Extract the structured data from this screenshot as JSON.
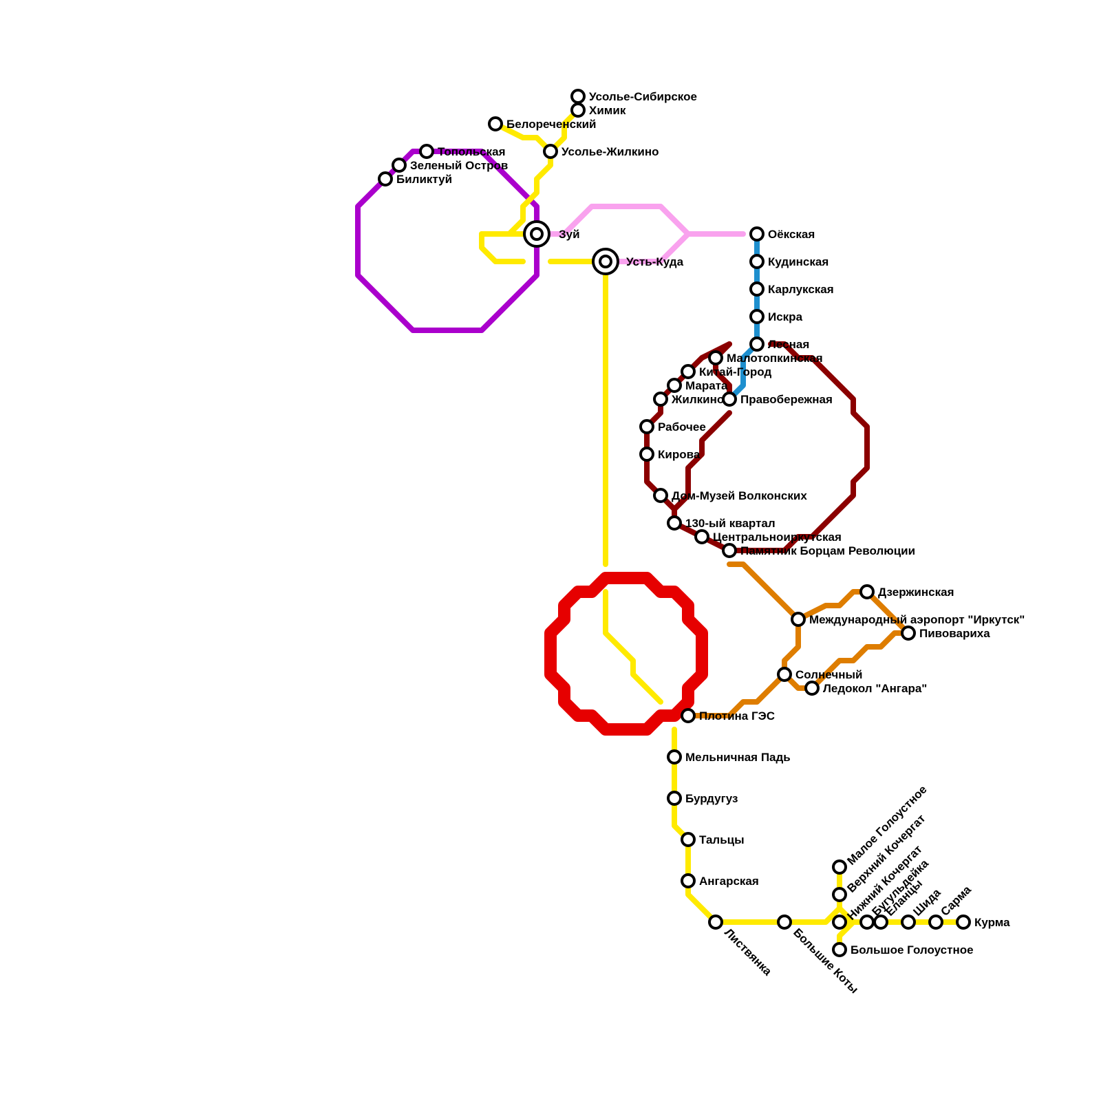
{
  "colors": {
    "purple": "#aa00cc",
    "yellow": "#ffea00",
    "pink": "#f9a2ee",
    "blue": "#1e8fce",
    "maroon": "#8b0000",
    "orange": "#de7d00",
    "red": "#e60000",
    "station_outline": "#000000",
    "background": "#ffffff"
  },
  "stations": {
    "usolye_sibirskoe": "Усолье-Сибирское",
    "khimik": "Химик",
    "belorechensky": "Белореченский",
    "usolye_zhilkino": "Усолье-Жилкино",
    "topolskaya": "Топольская",
    "zeleny_ostrov": "Зеленый Остров",
    "biliktuy": "Биликтуй",
    "zuy": "Зуй",
    "ust_kuda": "Усть-Куда",
    "oyokskaya": "Оёкская",
    "kudinskaya": "Кудинская",
    "karlukskaya": "Карлукская",
    "iskra": "Искра",
    "lesnaya": "Лесная",
    "malotopkinskaya": "Малотопкинская",
    "kitay_gorod": "Китай-Город",
    "marata": "Марата",
    "zhilkino": "Жилкино",
    "pravoberezhnaya": "Правобережная",
    "rabochee": "Рабочее",
    "kirova": "Кирова",
    "dom_muzey": "Дом-Музей Волконских",
    "kvartal_130": "130-ый квартал",
    "centralnoirkutskaya": "Центральноиркутская",
    "pamyatnik": "Памятник Борцам Революции",
    "dzerzhinskaya": "Дзержинская",
    "airport": "Международный аэропорт \"Иркутск\"",
    "pivovarikha": "Пивовариха",
    "solnechny": "Солнечный",
    "ledokol": "Ледокол \"Ангара\"",
    "plotina_ges": "Плотина ГЭС",
    "melnichnaya_pad": "Мельничная Падь",
    "burdugus": "Бурдугуз",
    "taltsy": "Тальцы",
    "angarskaya": "Ангарская",
    "listvyanka": "Листвянка",
    "bolshie_koty": "Большие Коты",
    "maloe_goloustnoe": "Малое Голоустное",
    "verkhny_kochergat": "Верхний Кочергат",
    "nizhny_kochergat": "Нижний Кочергат",
    "bugulydeyka": "Бугульдейка",
    "elantsy": "Еланцы",
    "shida": "Шида",
    "sarma": "Сарма",
    "kurma": "Курма",
    "bolshoe_goloustnoe": "Большое Голоустное"
  }
}
